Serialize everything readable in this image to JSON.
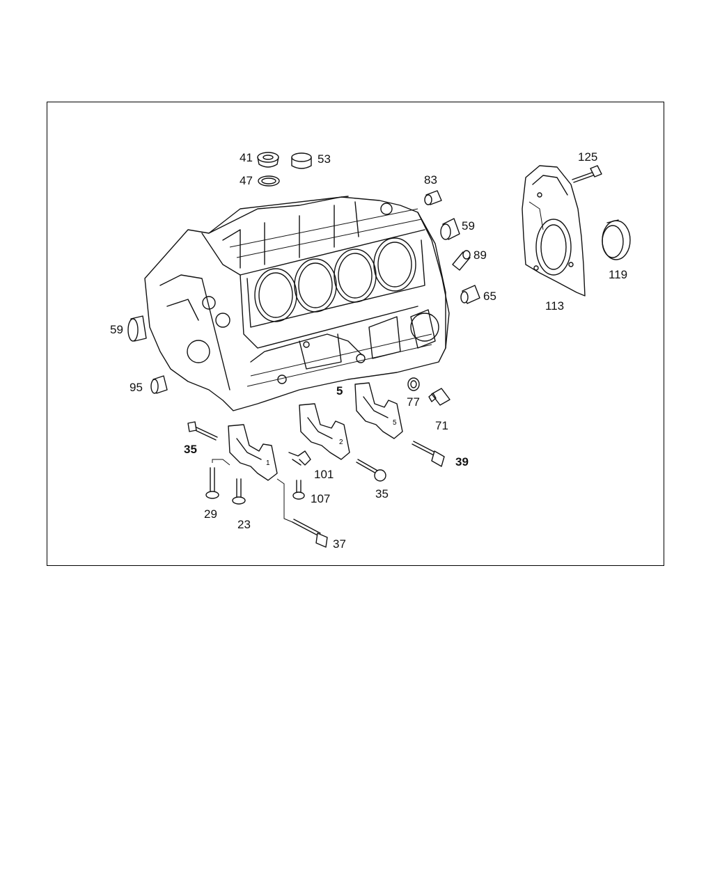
{
  "diagram": {
    "labels": {
      "l41": "41",
      "l53": "53",
      "l47": "47",
      "l83": "83",
      "l59a": "59",
      "l89": "89",
      "l65": "65",
      "l125": "125",
      "l119": "119",
      "l113": "113",
      "l59b": "59",
      "l95": "95",
      "l5": "5",
      "l77": "77",
      "l71": "71",
      "l39": "39",
      "l35a": "35",
      "l101": "101",
      "l35b": "35",
      "l107": "107",
      "l29": "29",
      "l23": "23",
      "l37": "37"
    }
  }
}
